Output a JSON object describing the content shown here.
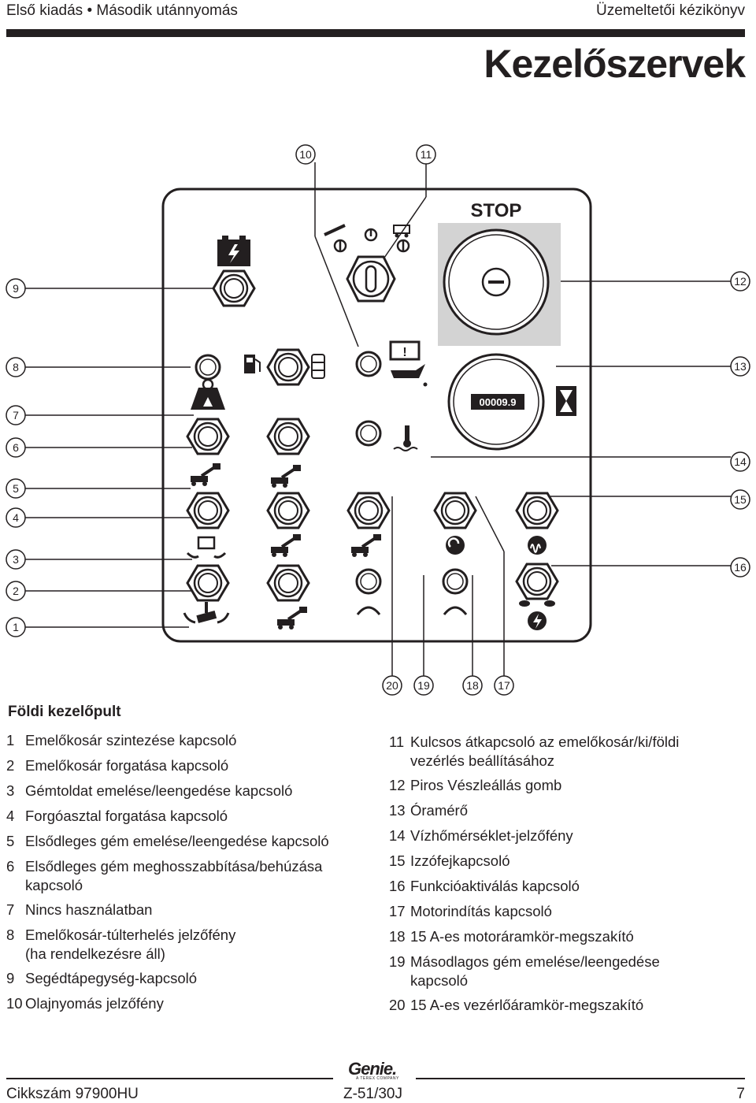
{
  "header": {
    "left_part1": "Első kiadás",
    "bullet": "•",
    "left_part2": "Második utánnyomás",
    "right": "Üzemeltetői kézikönyv"
  },
  "page_title": "Kezelőszervek",
  "panel": {
    "stop_label": "STOP",
    "hour_meter_value": "00009.9",
    "callouts": [
      "1",
      "2",
      "3",
      "4",
      "5",
      "6",
      "7",
      "8",
      "9",
      "10",
      "11",
      "12",
      "13",
      "14",
      "15",
      "16",
      "17",
      "18",
      "19",
      "20"
    ]
  },
  "section_title": "Földi kezelőpult",
  "legend_left": [
    {
      "num": "1",
      "text": "Emelőkosár szintezése kapcsoló"
    },
    {
      "num": "2",
      "text": "Emelőkosár forgatása kapcsoló"
    },
    {
      "num": "3",
      "text": "Gémtoldat emelése/leengedése kapcsoló"
    },
    {
      "num": "4",
      "text": "Forgóasztal forgatása kapcsoló"
    },
    {
      "num": "5",
      "text": "Elsődleges gém emelése/leengedése kapcsoló"
    },
    {
      "num": "6",
      "text": "Elsődleges gém meghosszabbítása/behúzása",
      "text2": "kapcsoló"
    },
    {
      "num": "7",
      "text": "Nincs használatban"
    },
    {
      "num": "8",
      "text": "Emelőkosár-túlterhelés jelzőfény",
      "text2": "(ha rendelkezésre áll)"
    },
    {
      "num": "9",
      "text": "Segédtápegység-kapcsoló"
    },
    {
      "num": "10",
      "text": "Olajnyomás jelzőfény"
    }
  ],
  "legend_right": [
    {
      "num": "11",
      "text": "Kulcsos átkapcsoló az emelőkosár/ki/földi",
      "text2": "vezérlés beállításához"
    },
    {
      "num": "12",
      "text": "Piros Vészleállás gomb"
    },
    {
      "num": "13",
      "text": "Óramérő"
    },
    {
      "num": "14",
      "text": "Vízhőmérséklet-jelzőfény"
    },
    {
      "num": "15",
      "text": "Izzófejkapcsoló"
    },
    {
      "num": "16",
      "text": "Funkcióaktiválás kapcsoló"
    },
    {
      "num": "17",
      "text": "Motorindítás kapcsoló"
    },
    {
      "num": "18",
      "text": "15 A-es motoráramkör-megszakító"
    },
    {
      "num": "19",
      "text": "Másodlagos gém emelése/leengedése",
      "text2": "kapcsoló"
    },
    {
      "num": "20",
      "text": "15 A-es vezérlőáramkör-megszakító"
    }
  ],
  "footer": {
    "part_number": "Cikkszám 97900HU",
    "model": "Z-51/30J",
    "page": "7",
    "logo": "Genie.",
    "logo_sub": "A TEREX COMPANY"
  }
}
